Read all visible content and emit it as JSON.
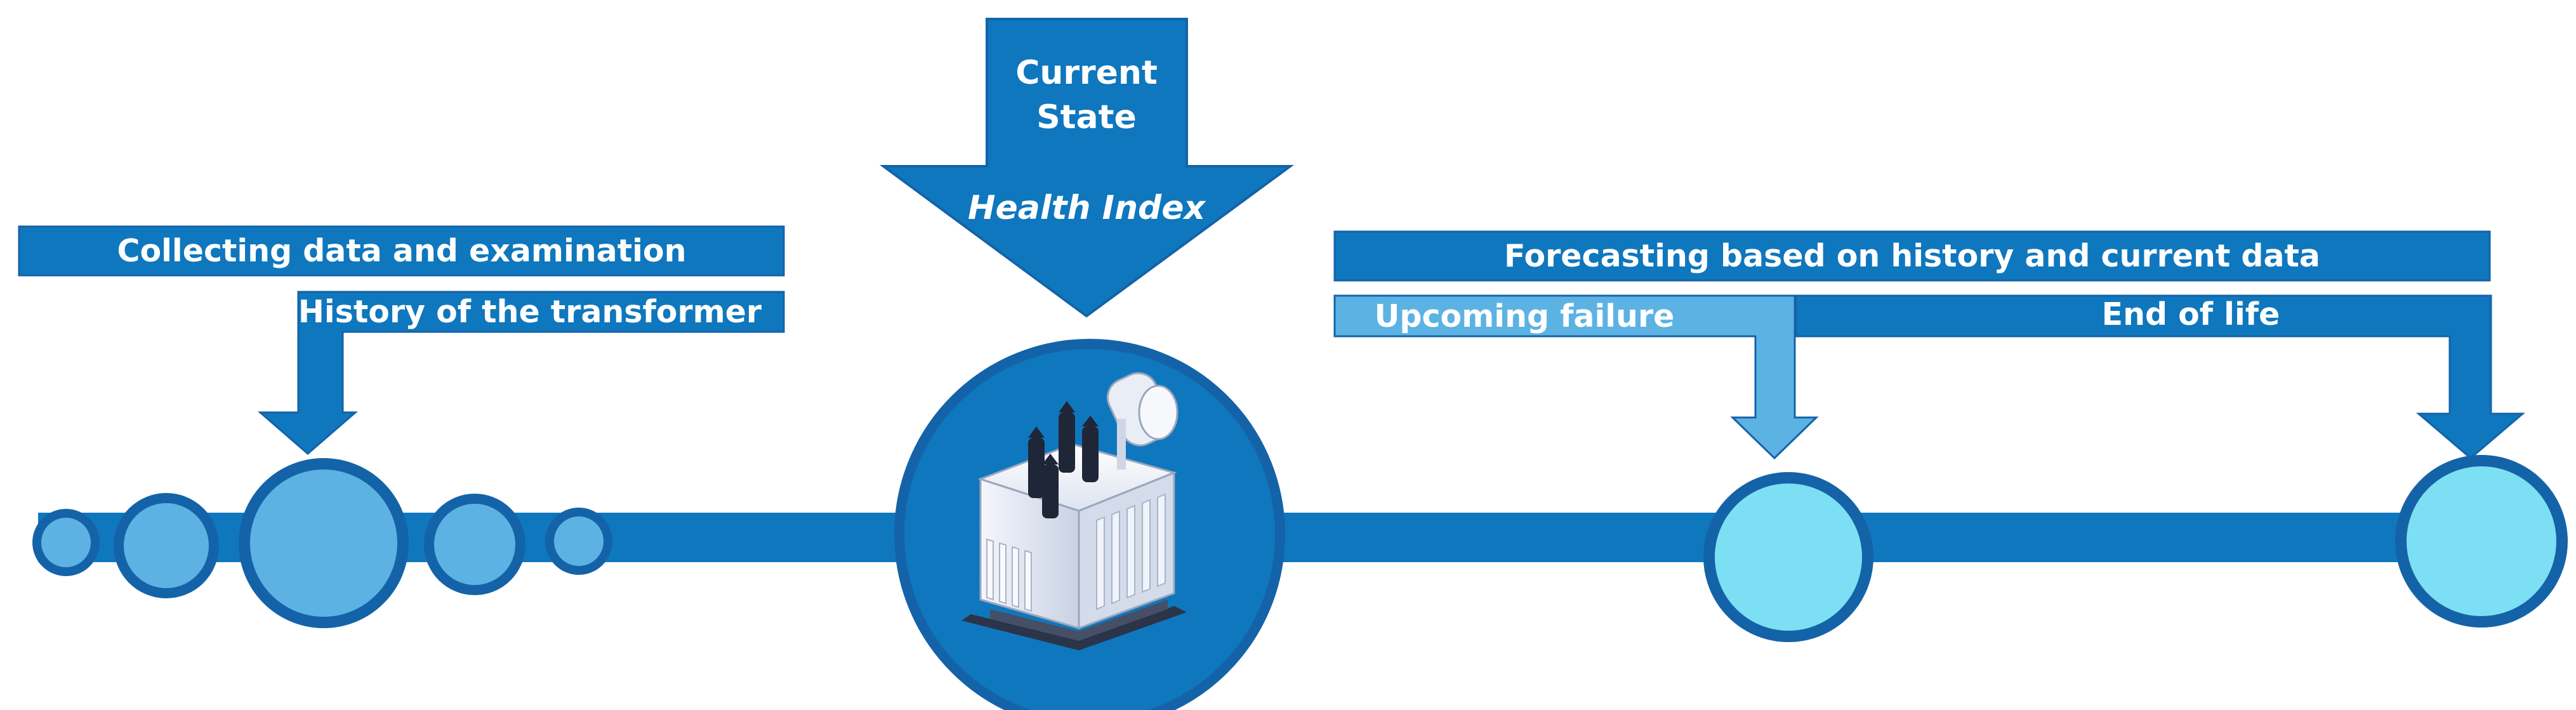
{
  "colors": {
    "dark_blue": "#0f77bd",
    "medium_blue": "#5cb3e3",
    "light_blue": "#7ddff3",
    "outline_blue": "#1463a8",
    "text": "#ffffff"
  },
  "left_section": {
    "banner_label": "Collecting data and examination",
    "sub_label": "History of the transformer"
  },
  "center_section": {
    "arrow_label": "Current State",
    "arrow_line1": "Current",
    "arrow_line2": "State",
    "arrow_sublabel": "Health Index",
    "icon": "transformer-icon"
  },
  "right_section": {
    "banner_label": "Forecasting based on history and current data",
    "upcoming_label": "Upcoming failure",
    "end_label": "End of life"
  }
}
